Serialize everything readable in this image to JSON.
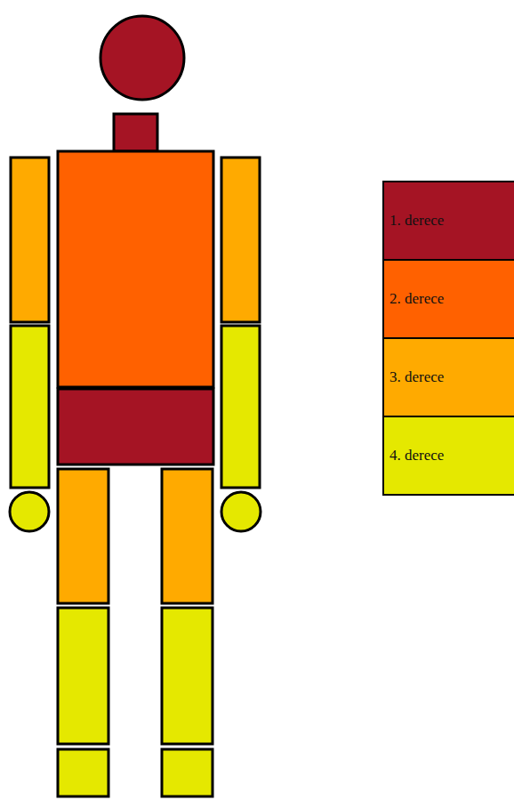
{
  "diagram": {
    "legend": [
      {
        "text": "1. derece",
        "color": "#a51424"
      },
      {
        "text": "2. derece",
        "color": "#ff6100"
      },
      {
        "text": "3. derece",
        "color": "#ffaa00"
      },
      {
        "text": "4. derece",
        "color": "#e5e800"
      }
    ]
  }
}
